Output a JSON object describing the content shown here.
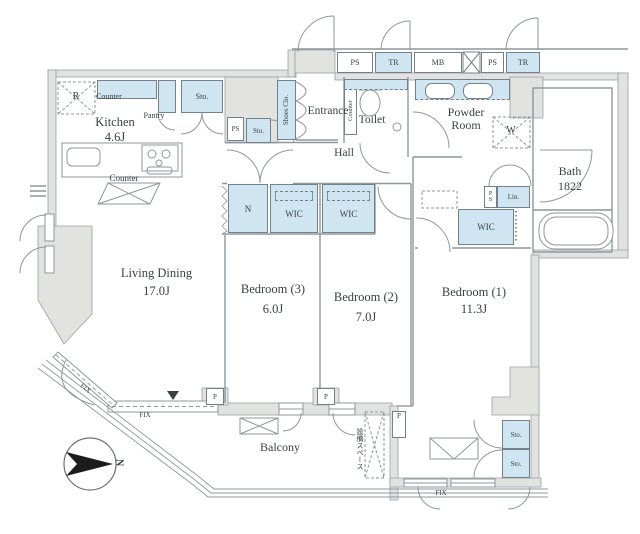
{
  "plan": {
    "rooms": {
      "kitchen": {
        "name": "Kitchen",
        "size": "4.6J"
      },
      "living_dining": {
        "name": "Living Dining",
        "size": "17.0J"
      },
      "bedroom1": {
        "name": "Bedroom (1)",
        "size": "11.3J"
      },
      "bedroom2": {
        "name": "Bedroom (2)",
        "size": "7.0J"
      },
      "bedroom3": {
        "name": "Bedroom (3)",
        "size": "6.0J"
      },
      "bath": {
        "name": "Bath",
        "size": "1822"
      },
      "toilet": {
        "name": "Toilet"
      },
      "powder_room": {
        "name": "Powder Room"
      },
      "entrance": {
        "name": "Entrance"
      },
      "hall": {
        "name": "Hall"
      },
      "balcony": {
        "name": "Balcony"
      }
    },
    "labels": {
      "counter": "Counter",
      "pantry": "Pantry",
      "storage": "Sto.",
      "pipe_space": "PS",
      "trunk_room": "TR",
      "mail_box": "MB",
      "shoes_closet": "Shoes Clo.",
      "walk_in_closet": "WIC",
      "linen": "Lin.",
      "closet_n": "N",
      "washing_machine": "W",
      "refrigerator": "R",
      "fix_window": "FIX",
      "pillar": "P",
      "equipment_space": "設備スペース",
      "north": "N"
    },
    "colors": {
      "closet_fill": "#cfe5f2",
      "wall_fill": "#e2e2e0",
      "line": "#8f969c",
      "text": "#3b4046"
    }
  }
}
